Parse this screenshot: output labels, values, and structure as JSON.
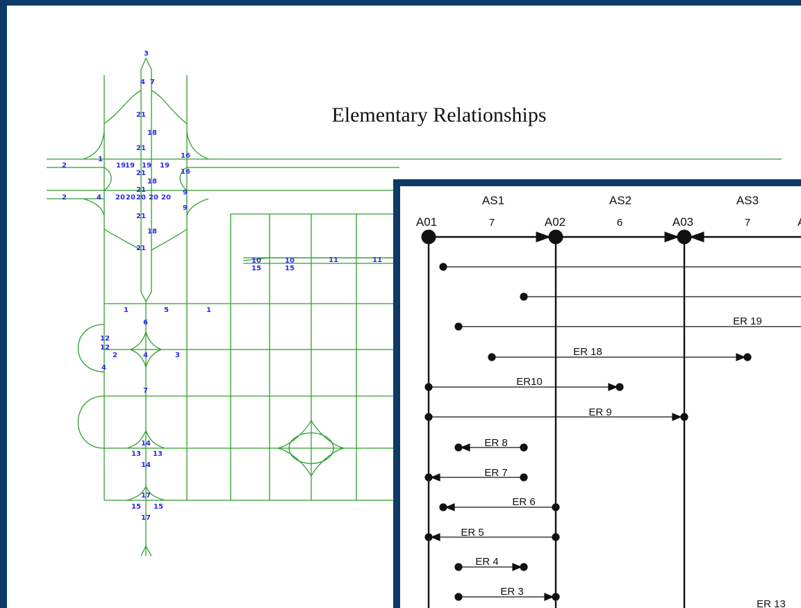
{
  "title": "Elementary Relationships",
  "layout_numbers": [
    "3",
    "4",
    "7",
    "21",
    "18",
    "21",
    "1",
    "19",
    "19",
    "19",
    "19",
    "21",
    "18",
    "16",
    "16",
    "2",
    "2",
    "4",
    "20",
    "20",
    "20",
    "20",
    "20",
    "21",
    "9",
    "9",
    "21",
    "18",
    "21",
    "10",
    "15",
    "10",
    "15",
    "11",
    "11",
    "1",
    "5",
    "1",
    "6",
    "12",
    "12",
    "2",
    "4",
    "3",
    "4",
    "7",
    "14",
    "13",
    "13",
    "14",
    "17",
    "15",
    "15",
    "17"
  ],
  "stops": {
    "sections": [
      "AS1",
      "AS2",
      "AS3"
    ],
    "stops": [
      "A01",
      "A02",
      "A03",
      "A"
    ],
    "section_values": [
      "7",
      "6",
      "7"
    ]
  },
  "relationships": [
    "ER 19",
    "ER 18",
    "ER10",
    "ER 9",
    "ER 8",
    "ER 7",
    "ER 6",
    "ER 5",
    "ER 4",
    "ER 3",
    "ER 13"
  ],
  "colors": {
    "background": "#0d3a66",
    "track": "#2f9e2f",
    "number": "#2a2ae6",
    "diagram": "#111111"
  }
}
